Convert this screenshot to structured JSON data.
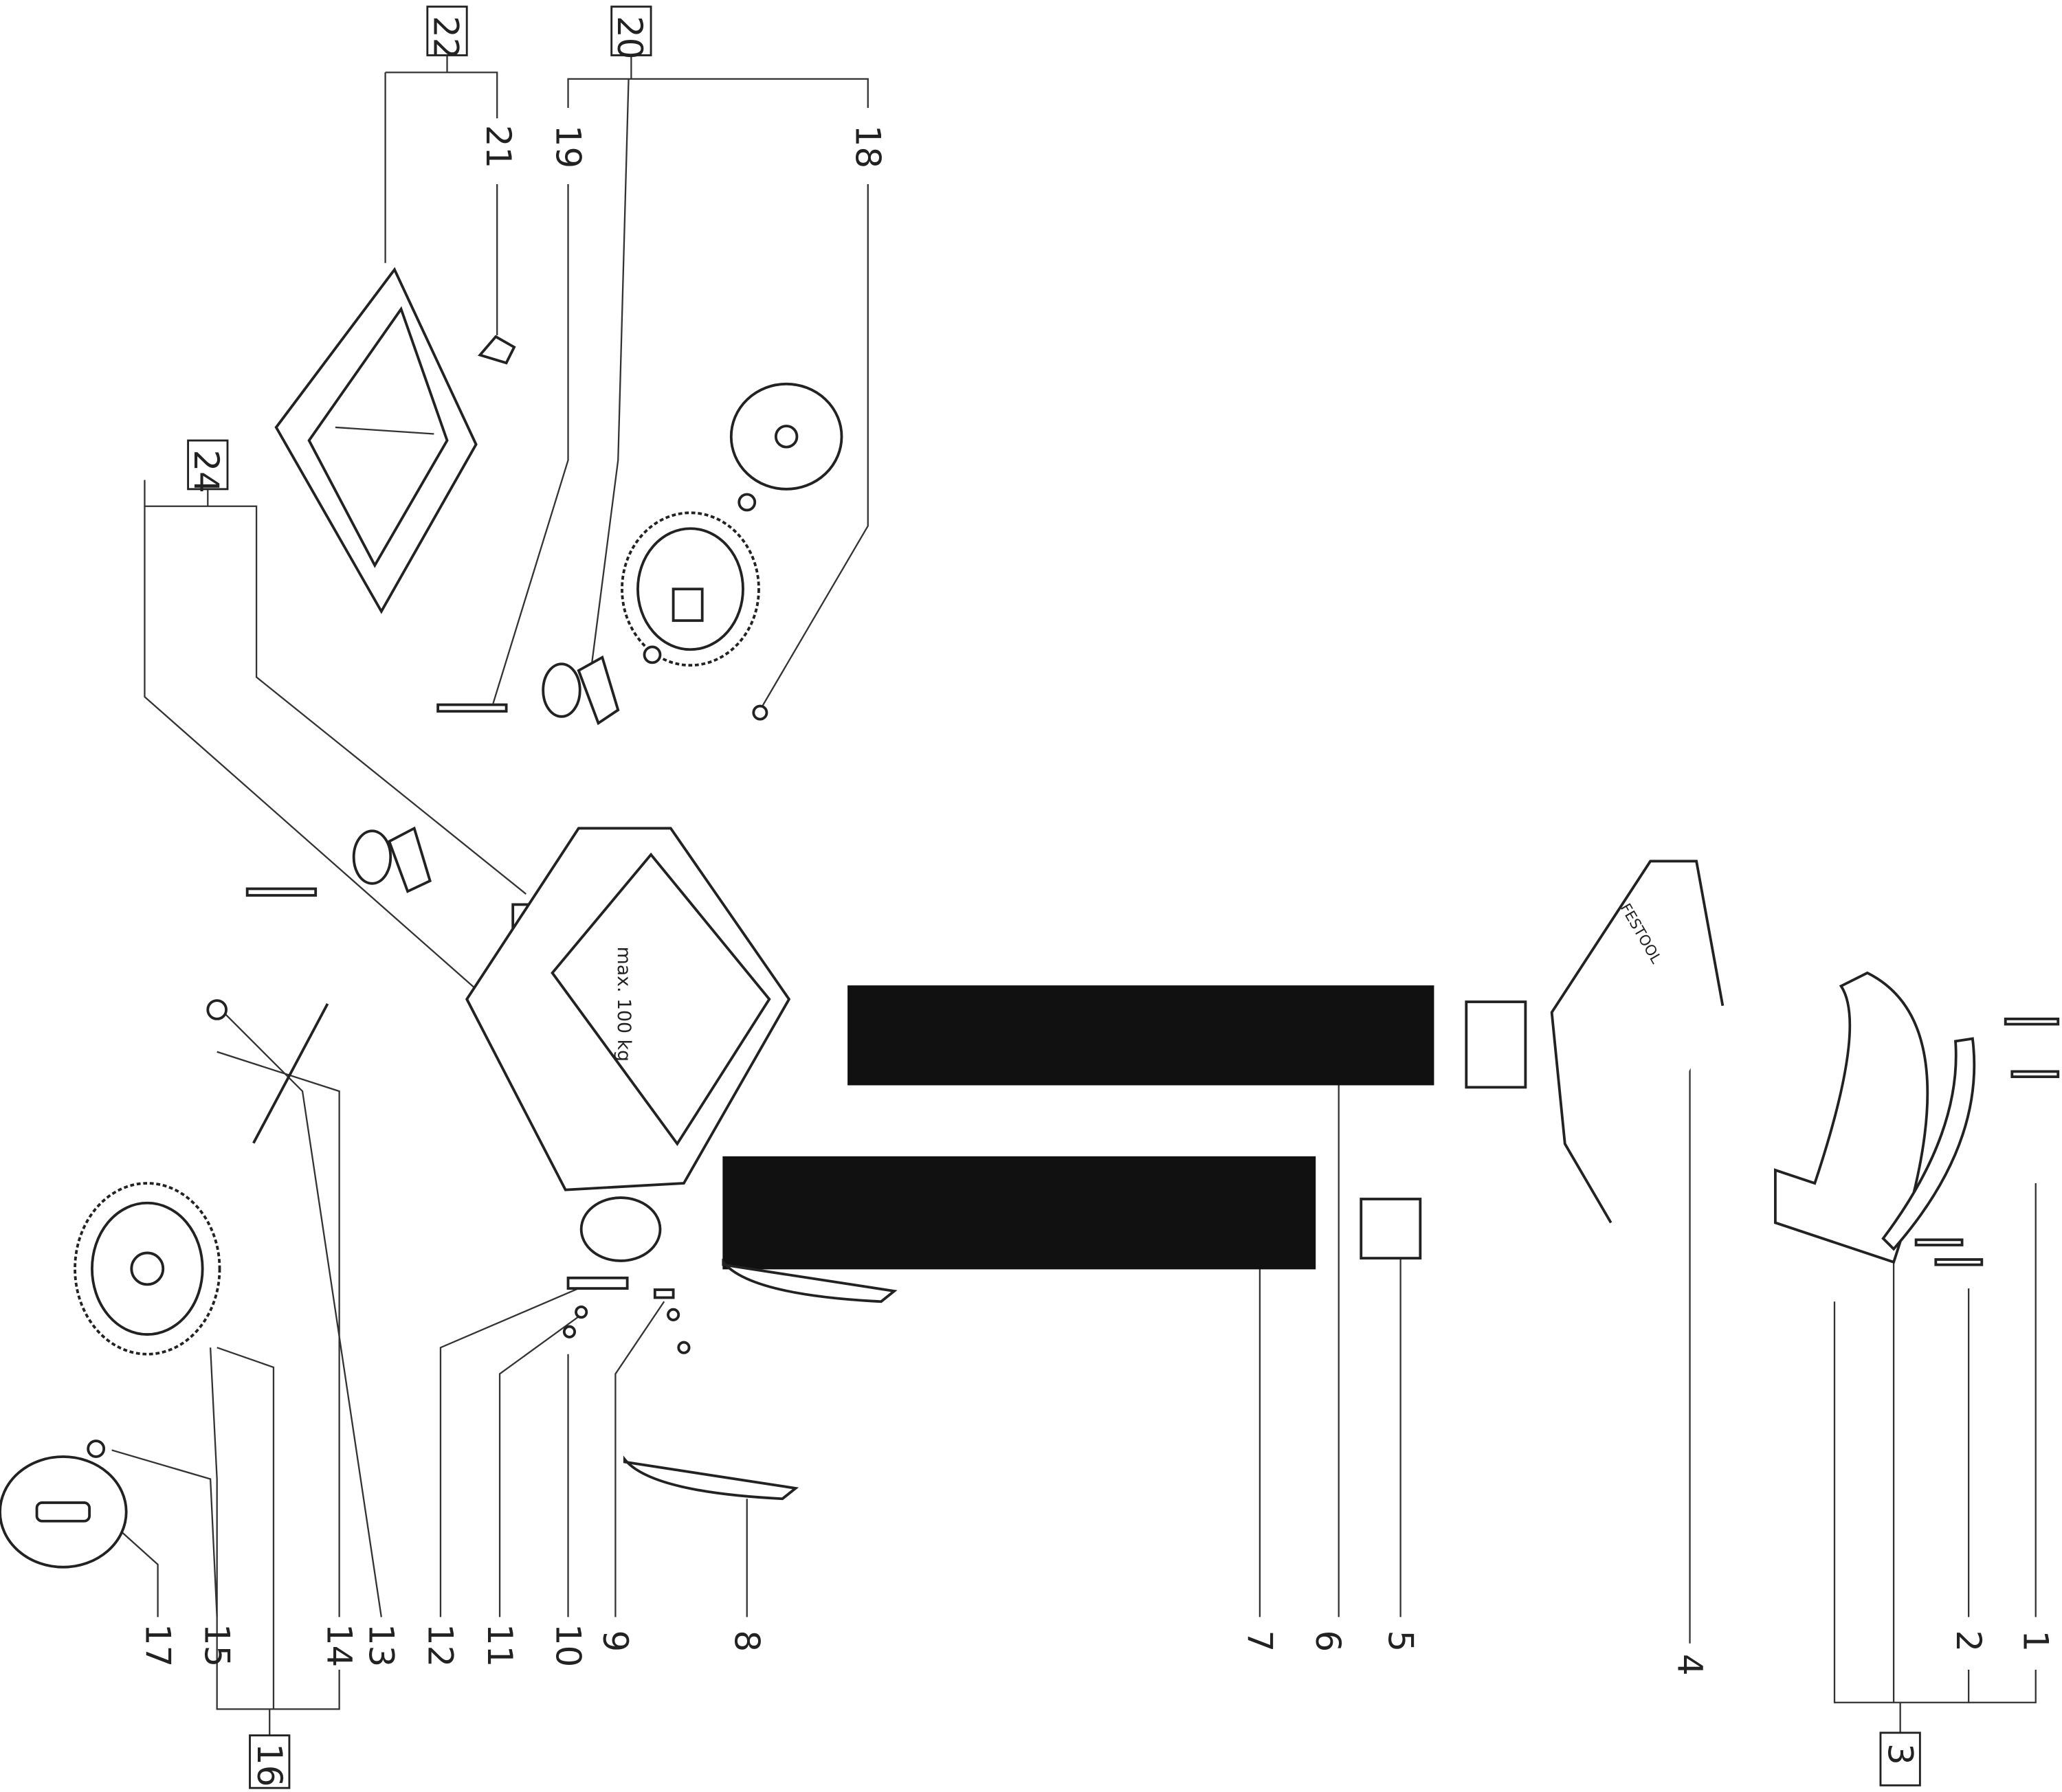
{
  "diagram": {
    "type": "exploded-parts-view",
    "callouts": {
      "p1": "1",
      "p2": "2",
      "p3": "3",
      "p4": "4",
      "p5": "5",
      "p6": "6",
      "p7": "7",
      "p8": "8",
      "p9": "9",
      "p10": "10",
      "p11": "11",
      "p12": "12",
      "p13": "13",
      "p14": "14",
      "p15": "15",
      "p16": "16",
      "p17": "17",
      "p18": "18",
      "p19": "19",
      "p20": "20",
      "p21": "21",
      "p22": "22",
      "p24": "24"
    },
    "frame_marking": "max. 100 kg",
    "brand_marking": "FESTOOL"
  }
}
